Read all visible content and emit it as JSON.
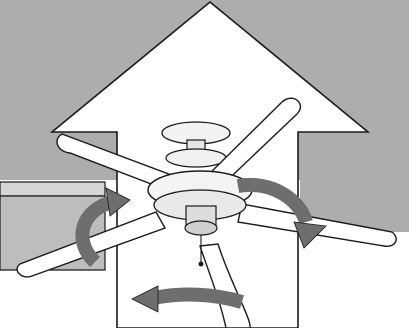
{
  "figure": {
    "subject": "ceiling-fan-airflow-direction",
    "colors": {
      "ceiling": "#adadad",
      "wall": "#bdbdbd",
      "arrow_fill": "#ffffff",
      "rotation_arrow": "#6e6e6e",
      "outline": "#1a1a1a"
    },
    "elements": {
      "airflow_arrow": "upward-airflow-arrow",
      "rotation_arrows": [
        "rotation-arrow-left",
        "rotation-arrow-right",
        "rotation-arrow-bottom"
      ],
      "blade_count": 5
    }
  }
}
